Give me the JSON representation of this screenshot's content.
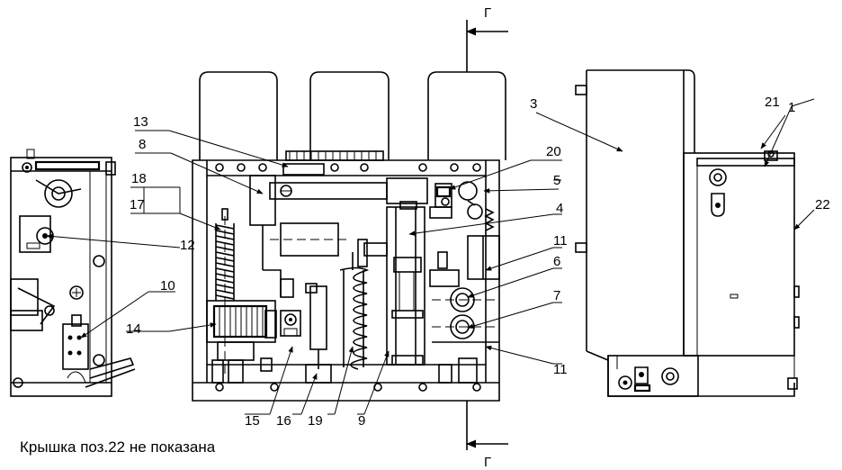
{
  "section_mark": "Г",
  "caption": "Крышка поз.22 не показана",
  "callouts": [
    "1",
    "3",
    "4",
    "5",
    "6",
    "7",
    "8",
    "9",
    "10",
    "11",
    "11",
    "12",
    "13",
    "14",
    "15",
    "16",
    "17",
    "18",
    "19",
    "20",
    "21",
    "22"
  ]
}
